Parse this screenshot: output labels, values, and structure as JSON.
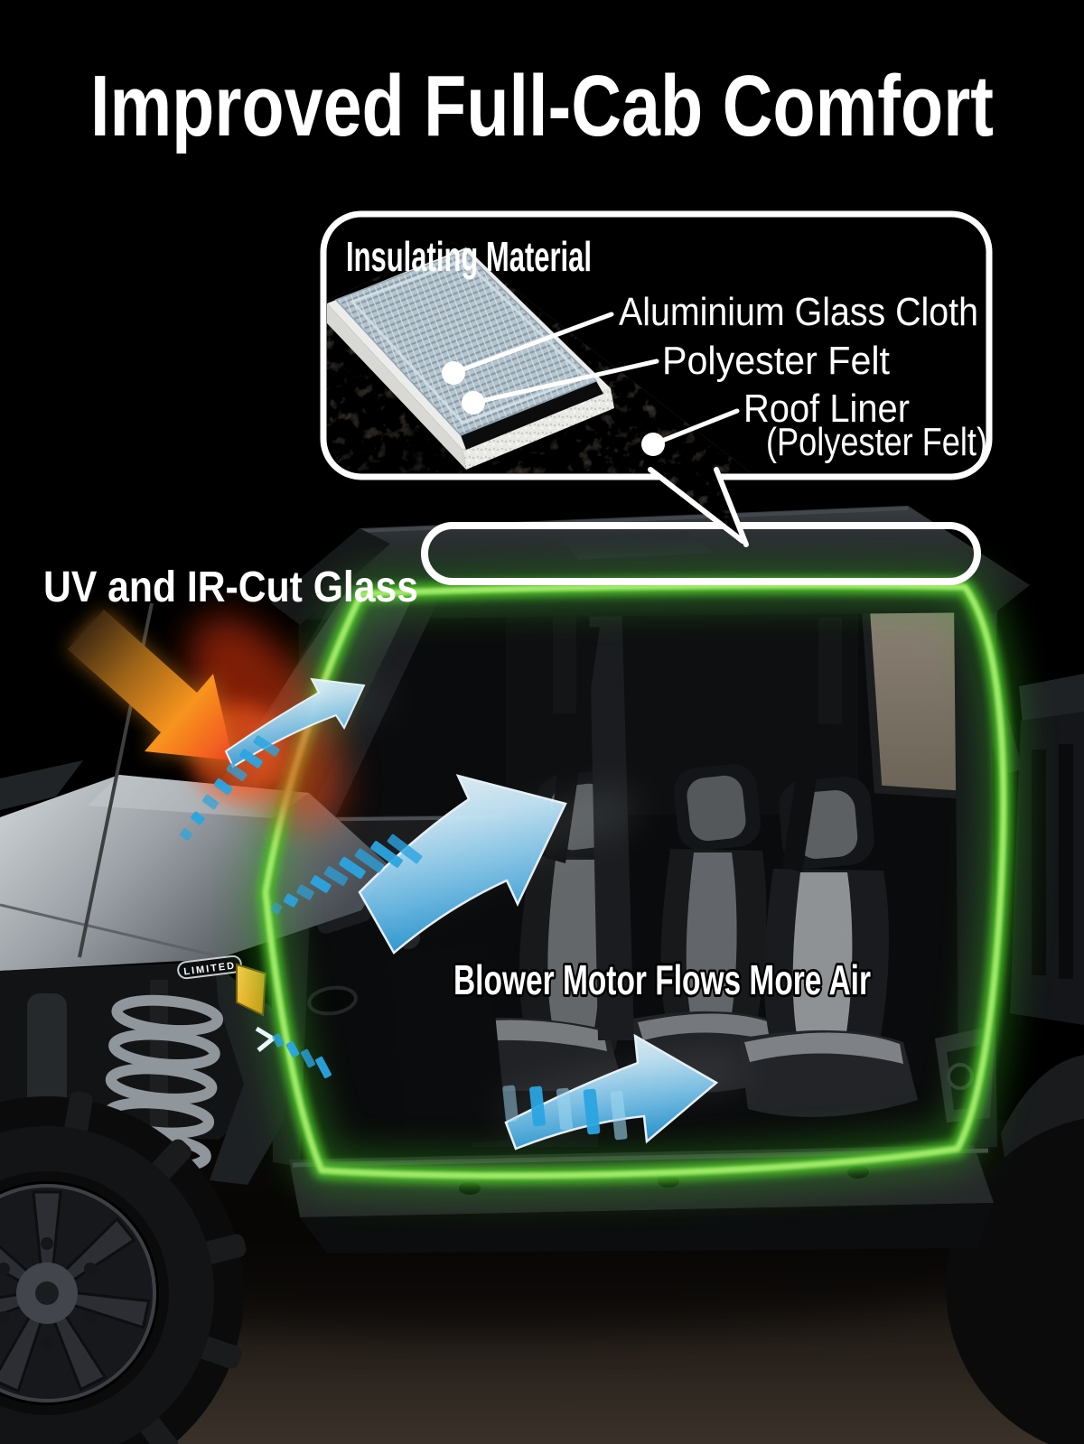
{
  "title": "Improved Full-Cab Comfort",
  "callout": {
    "title": "Insulating Material",
    "labels": {
      "layer1": "Aluminium Glass Cloth",
      "layer2": "Polyester Felt",
      "layer3_line1": "Roof Liner",
      "layer3_line2": "(Polyester Felt)"
    }
  },
  "annotations": {
    "uv_glass": "UV and IR-Cut Glass",
    "blower": "Blower Motor Flows More Air"
  },
  "vehicle": {
    "badge": "LIMITED"
  },
  "colors": {
    "background": "#000000",
    "cab_highlight_green": "#4DBD2B",
    "airflow_blue": "#2BA4E0",
    "heat_arrow_orange": "#F7941E",
    "heat_glow_red": "#E8380D",
    "callout_border": "#FFFFFF",
    "text": "#FFFFFF"
  }
}
